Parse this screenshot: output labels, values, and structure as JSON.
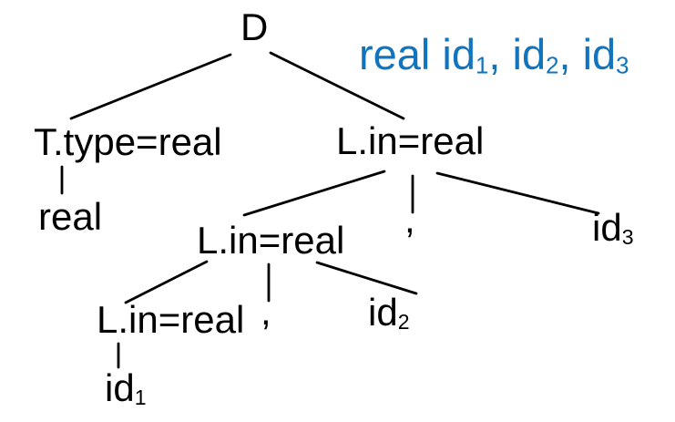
{
  "diagram": {
    "kind": "parse-tree",
    "annotation": {
      "color": "#1274bd",
      "parts": [
        {
          "text": "real id"
        },
        {
          "sub": "1"
        },
        {
          "text": ", id"
        },
        {
          "sub": "2"
        },
        {
          "text": ", id"
        },
        {
          "sub": "3"
        }
      ]
    },
    "nodes": {
      "root": "D",
      "t_type": "T.type=real",
      "type_leaf": "real",
      "l_top": "L.in=real",
      "l_mid": "L.in=real",
      "l_bottom": "L.in=real",
      "comma_top": ",",
      "comma_mid": ",",
      "id1": {
        "text": "id",
        "sub": "1"
      },
      "id2": {
        "text": "id",
        "sub": "2"
      },
      "id3": {
        "text": "id",
        "sub": "3"
      }
    },
    "colors": {
      "edge": "#000000",
      "text": "#000000"
    }
  }
}
